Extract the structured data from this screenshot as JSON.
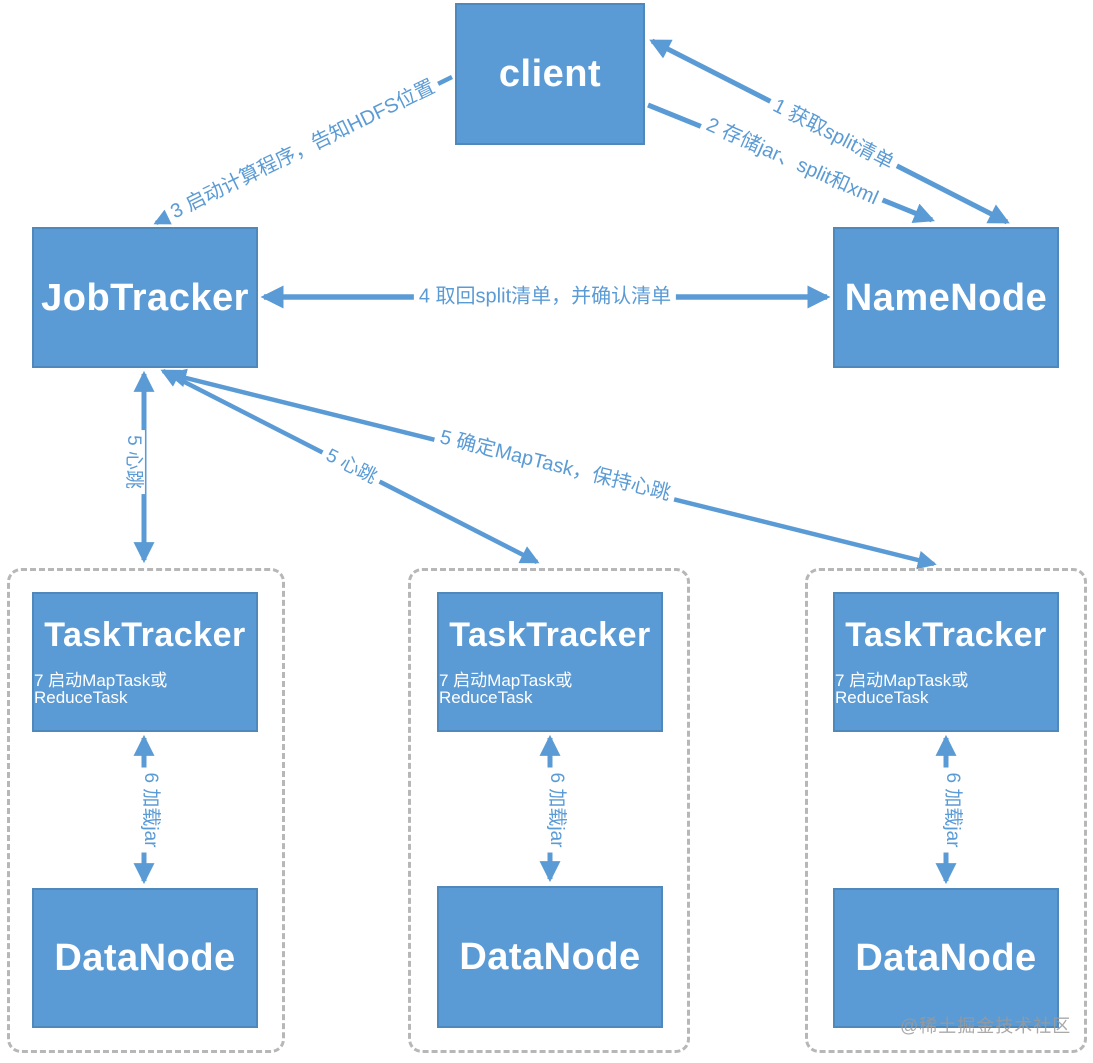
{
  "colors": {
    "node_fill": "#5B9BD5",
    "node_border": "#41719C",
    "arrow": "#5B9BD5",
    "edge_label_text": "#5B9BD5",
    "dashed_border": "#b7b7b7",
    "watermark_gray": "#9a9a9a"
  },
  "nodes": {
    "client": "client",
    "jobtracker": "JobTracker",
    "namenode": "NameNode"
  },
  "workers": [
    {
      "tracker": "TaskTracker",
      "task_note": "7 启动MapTask或ReduceTask",
      "datanode": "DataNode",
      "load_jar_label": "6 加载jar"
    },
    {
      "tracker": "TaskTracker",
      "task_note": "7 启动MapTask或ReduceTask",
      "datanode": "DataNode",
      "load_jar_label": "6 加载jar"
    },
    {
      "tracker": "TaskTracker",
      "task_note": "7 启动MapTask或ReduceTask",
      "datanode": "DataNode",
      "load_jar_label": "6 加载jar"
    }
  ],
  "edges": {
    "fetch_split": "1 获取split清单",
    "store_jar": "2 存储jar、split和xml",
    "start_program": "3 启动计算程序，告知HDFS位置",
    "confirm_split": "4 取回split清单，并确认清单",
    "heartbeat_left": "5 心跳",
    "heartbeat_mid": "5 心跳",
    "assign_maptask": "5 确定MapTask，保持心跳"
  },
  "watermark": "@稀土掘金技术社区"
}
